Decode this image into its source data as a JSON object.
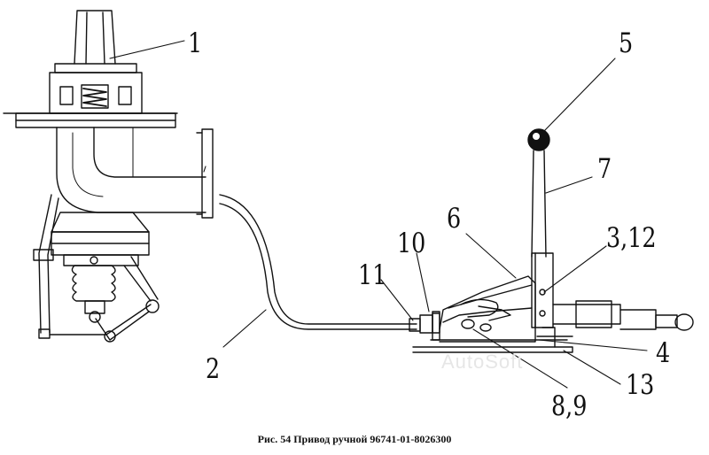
{
  "callouts": {
    "c1": "1",
    "c2": "2",
    "c4": "4",
    "c5": "5",
    "c6": "6",
    "c7": "7",
    "c8_9": "8,9",
    "c10": "10",
    "c11": "11",
    "c3_12": "3,12",
    "c13": "13"
  },
  "caption": "Рис. 54 Привод ручной 96741-01-8026300",
  "watermark": "AutoSoft",
  "colors": {
    "ink": "#111111",
    "background": "#ffffff"
  }
}
